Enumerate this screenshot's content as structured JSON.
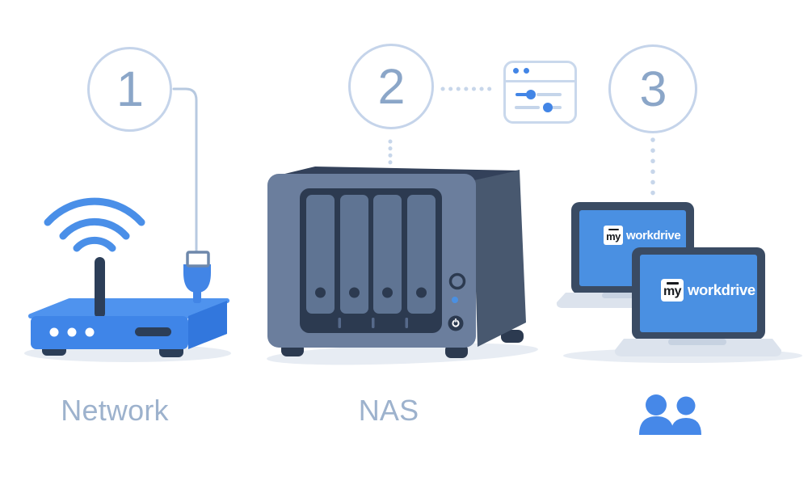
{
  "steps": [
    {
      "number": "1",
      "label": "Network",
      "icon": "wifi-router-icon"
    },
    {
      "number": "2",
      "label": "NAS",
      "icon": "nas-icon",
      "popup_icon": "settings-sliders-icon"
    },
    {
      "number": "3",
      "label": "",
      "icon": "users-icon"
    }
  ],
  "brand": {
    "prefix": "my",
    "suffix": "workdrive"
  },
  "illustration": {
    "nas_drive_bays": 4,
    "laptop_count": 2,
    "wifi_arcs": 3,
    "user_figures": 2
  },
  "colors": {
    "background": "#ffffff",
    "step_circle_outline": "#c5d4ea",
    "step_number": "#8ba6c8",
    "label_text": "#9db2cd",
    "accent_blue": "#4285e6",
    "router_blue": "#3f85e8",
    "router_top_blue": "#4f93ee",
    "screen_blue": "#4a90e2",
    "dark_navy": "#2c3a50",
    "nas_front": "#6b7e9d",
    "nas_side": "#48586f",
    "nas_bay": "#5f7493",
    "laptop_base": "#dce3ed",
    "dotted_line": "#c7d6ea",
    "shadow": "#e7ecf3",
    "logo_text": "#ffffff"
  }
}
